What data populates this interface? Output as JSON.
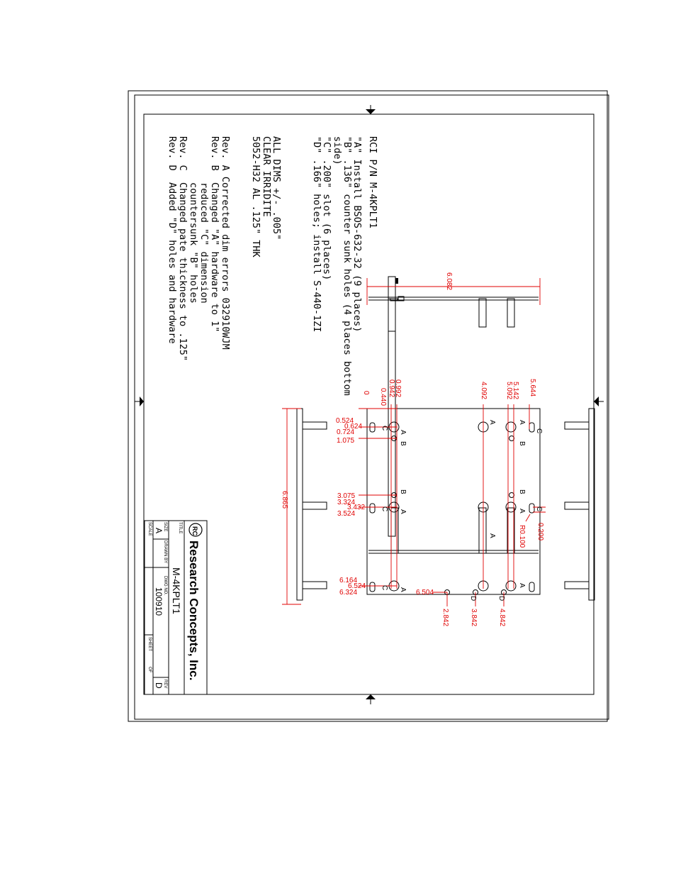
{
  "notes": [
    "RCI P/N M-4KPLT1",
    "\"A\" Install BSOS-632-32 (9 places)",
    "\"B\" .136\" counter sunk holes (4 places bottom",
    "side)",
    "\"C\" .200\" slot (6 places)",
    "\"D\" .166\" holes; install S-440-1ZI",
    "ALL DIMS +/- .005\"",
    "CLEAR IRRIDITE",
    "5052-H32 AL .125\" THK",
    "Rev. A  Corrected dim errors 032910WJM",
    "Rev. B  Changed \"A\" hardware to 1\"",
    "        reduced \"C\" dimension",
    "        countersunk \"B\" holes",
    "Rev. C  Changed pate thickness to .125\"",
    "Rev. D  Added \"D\" holes and hardware"
  ],
  "title_block": {
    "company": "Research Concepts, Inc.",
    "title_label": "TITLE",
    "title": "M-4KPLT1",
    "size_label": "SIZE",
    "size": "A",
    "drawn_by_label": "DRAWN BY",
    "dwg_no_label": "DWG NO.",
    "dwg_no": "100910",
    "rev_label": "REV",
    "rev": "D",
    "scale_label": "SCALE",
    "sheet_label": "SHEET",
    "of_label": "OF"
  },
  "dimensions": {
    "top_width": "6.082",
    "plate_length": "6.865",
    "x_dims": [
      "0",
      "0.440",
      "0.942",
      "0.992",
      "4.092",
      "5.092",
      "5.142",
      "5.644"
    ],
    "y_dims_left": [
      "0.524",
      "0.624",
      "0.724",
      "1.075",
      "3.075",
      "3.324",
      "3.432",
      "3.524",
      "6.164",
      "6.524",
      "6.324"
    ],
    "slot_width": "0.200",
    "slot_radius": "R0.100",
    "d_hole_y": "6.504",
    "d_hole_x": [
      "2.842",
      "3.842",
      "4.842"
    ]
  },
  "hole_labels": {
    "a": "A",
    "b": "B",
    "c": "C",
    "d": "D"
  }
}
